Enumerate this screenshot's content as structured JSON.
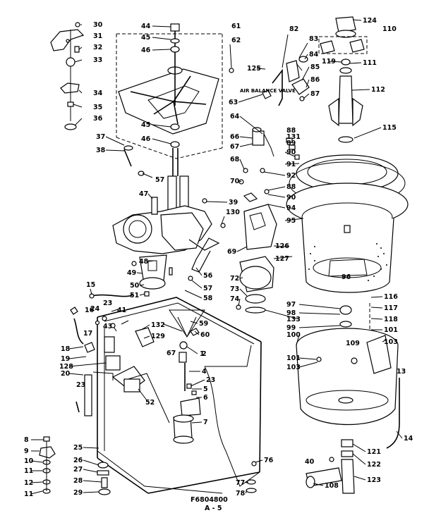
{
  "diagram": {
    "drawing_code": "F6804800",
    "page_code": "A - 5",
    "annotation": "AIR BALANCE VALVE",
    "part_labels": [
      "1",
      "2",
      "4",
      "5",
      "6",
      "7",
      "8",
      "9",
      "10",
      "11",
      "11",
      "12",
      "13",
      "14",
      "15",
      "16",
      "17",
      "18",
      "19",
      "20",
      "23",
      "23",
      "23",
      "24",
      "25",
      "26",
      "27",
      "28",
      "29",
      "30",
      "31",
      "32",
      "33",
      "34",
      "35",
      "36",
      "37",
      "38",
      "39",
      "40",
      "41",
      "43",
      "44",
      "45",
      "45",
      "46",
      "46",
      "47",
      "48",
      "49",
      "50",
      "51",
      "52",
      "56",
      "57",
      "57",
      "58",
      "59",
      "60",
      "61",
      "62",
      "63",
      "64",
      "66",
      "67",
      "67",
      "68",
      "69",
      "70",
      "72",
      "73",
      "74",
      "76",
      "77",
      "78",
      "82",
      "83",
      "84",
      "85",
      "86",
      "87",
      "88",
      "88",
      "89",
      "90",
      "90",
      "91",
      "92",
      "94",
      "95",
      "96",
      "97",
      "98",
      "99",
      "100",
      "101",
      "101",
      "103",
      "103",
      "108",
      "109",
      "110",
      "111",
      "112",
      "115",
      "116",
      "117",
      "118",
      "119",
      "121",
      "122",
      "123",
      "124",
      "125",
      "126",
      "127",
      "128",
      "129",
      "130",
      "131",
      "132",
      "133"
    ]
  }
}
